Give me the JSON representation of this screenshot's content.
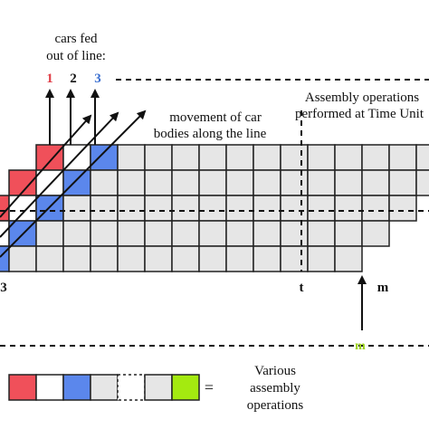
{
  "labels": {
    "cars_fed_line1": "cars fed",
    "cars_fed_line2": "out of  line:",
    "car_numbers": [
      {
        "text": "1",
        "color": "#e03c46"
      },
      {
        "text": "2",
        "color": "#111111"
      },
      {
        "text": "3",
        "color": "#3a6fd0"
      }
    ],
    "movement_line1": "movement of car",
    "movement_line2": "bodies along the line",
    "assembly_line1": "Assembly operations",
    "assembly_line2": "performed at Time Unit",
    "axis_left": "3",
    "axis_t": "t",
    "axis_m": "m",
    "arrow_m": "m",
    "legend_line1": "Various",
    "legend_line2": "assembly",
    "legend_line3": "operations",
    "legend_equals": "="
  },
  "colors": {
    "red": "#f0505a",
    "white": "#ffffff",
    "blue": "#5b87ec",
    "gray": "#e6e6e6",
    "green": "#a4ea10",
    "m_label": "#9bd21a"
  },
  "legend_cells": [
    "red",
    "white",
    "blue",
    "gray",
    "white",
    "gray",
    "green"
  ]
}
